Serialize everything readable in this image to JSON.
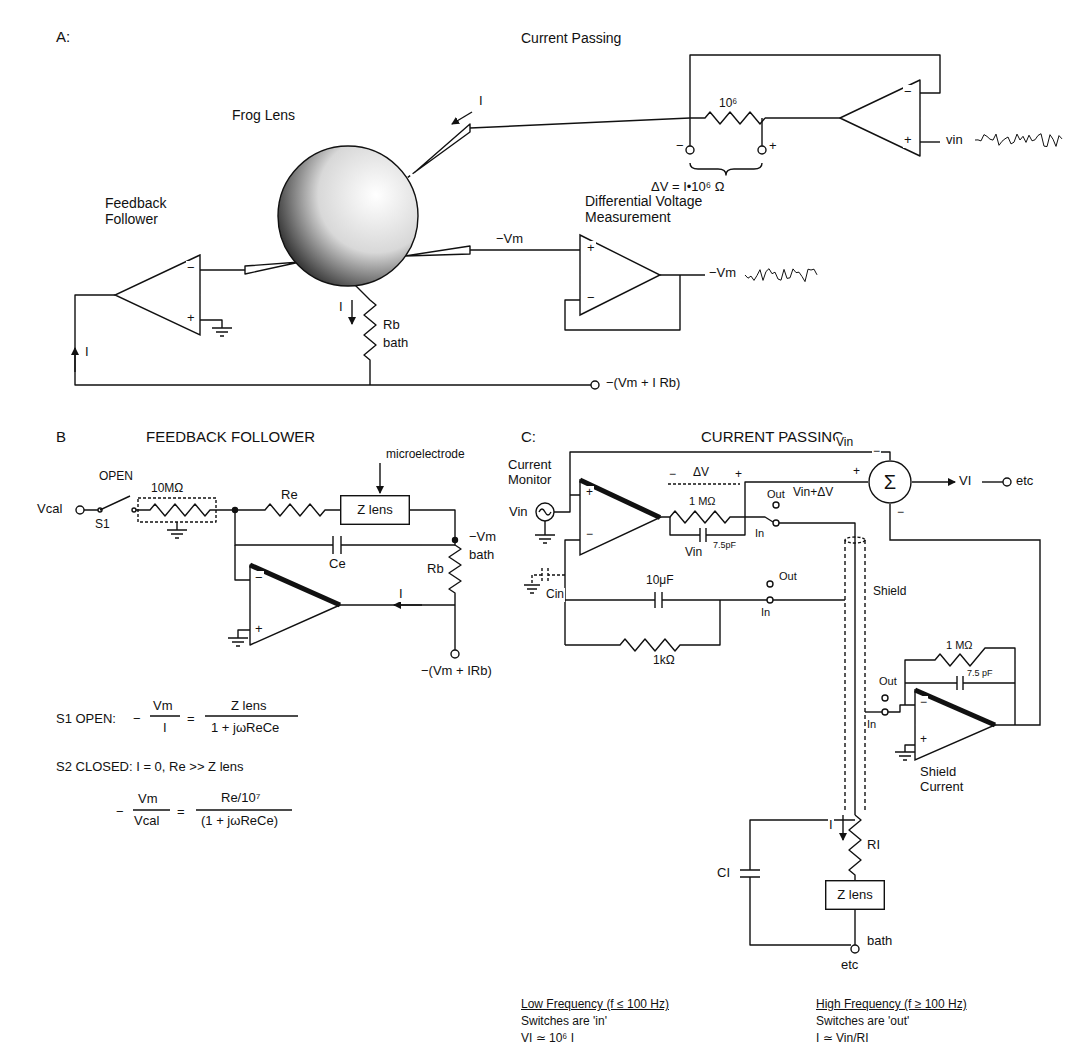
{
  "diagram": {
    "nodes": [
      {
        "text": [
          "Frog Lens"
        ]
      },
      {
        "text": [
          "Feedback Follower"
        ]
      },
      {
        "text": [
          "Differential Voltage Measurement"
        ]
      },
      {
        "text": [
          "Z lens"
        ]
      },
      {
        "text": [
          "Current Monitor"
        ]
      },
      {
        "text": [
          "Σ"
        ]
      },
      {
        "text": [
          "Shield Current"
        ]
      },
      {
        "text": [
          "Z lens"
        ]
      }
    ],
    "edges": [
      {
        "from": 6,
        "to": 5,
        "arrow": "none"
      }
    ],
    "labels": [
      "A:",
      "Current Passing",
      "10⁶",
      "−",
      "+",
      "ΔV = I•10⁶ Ω",
      "−",
      "+",
      "vin",
      "I",
      "−Vm",
      "+",
      "−",
      "−Vm",
      "−",
      "+",
      "I",
      "I",
      "Rb",
      "bath",
      "−(Vm + I Rb)",
      "B",
      "FEEDBACK FOLLOWER",
      "Vcal",
      "OPEN",
      "S1",
      "10MΩ",
      "Re",
      "microelectrode",
      "−Vm",
      "bath",
      "Rb",
      "Ce",
      "−",
      "+",
      "I",
      "−(Vm + IRb)",
      "S1 OPEN:",
      "−",
      "Vm",
      "I",
      "=",
      "Z lens",
      "1 + jωReCe",
      "S2 CLOSED:  I = 0,  Re >> Z lens",
      "−",
      "Vm",
      "Vcal",
      "=",
      "Re/10⁷",
      "(1 + jωReCe)",
      "C:",
      "CURRENT PASSING",
      "Vin",
      "Vin",
      "+",
      "−",
      "−",
      "ΔV",
      "+",
      "1 MΩ",
      "7.5pF",
      "Vin",
      "Out",
      "In",
      "Vin+ΔV",
      "Cin",
      "10μF",
      "1kΩ",
      "Out",
      "In",
      "Shield",
      "Out",
      "In",
      "1 MΩ",
      "7.5 pF",
      "−",
      "+",
      "−",
      "+",
      "−",
      "VI",
      "etc",
      "I",
      "RI",
      "CI",
      "bath",
      "etc",
      "Low Frequency (f ≤ 100 Hz)",
      "Switches are 'in'",
      "VI ≃ 10⁶ I",
      "High Frequency (f ≥ 100 Hz)",
      "Switches are 'out'",
      "I ≃ Vin/RI"
    ]
  }
}
